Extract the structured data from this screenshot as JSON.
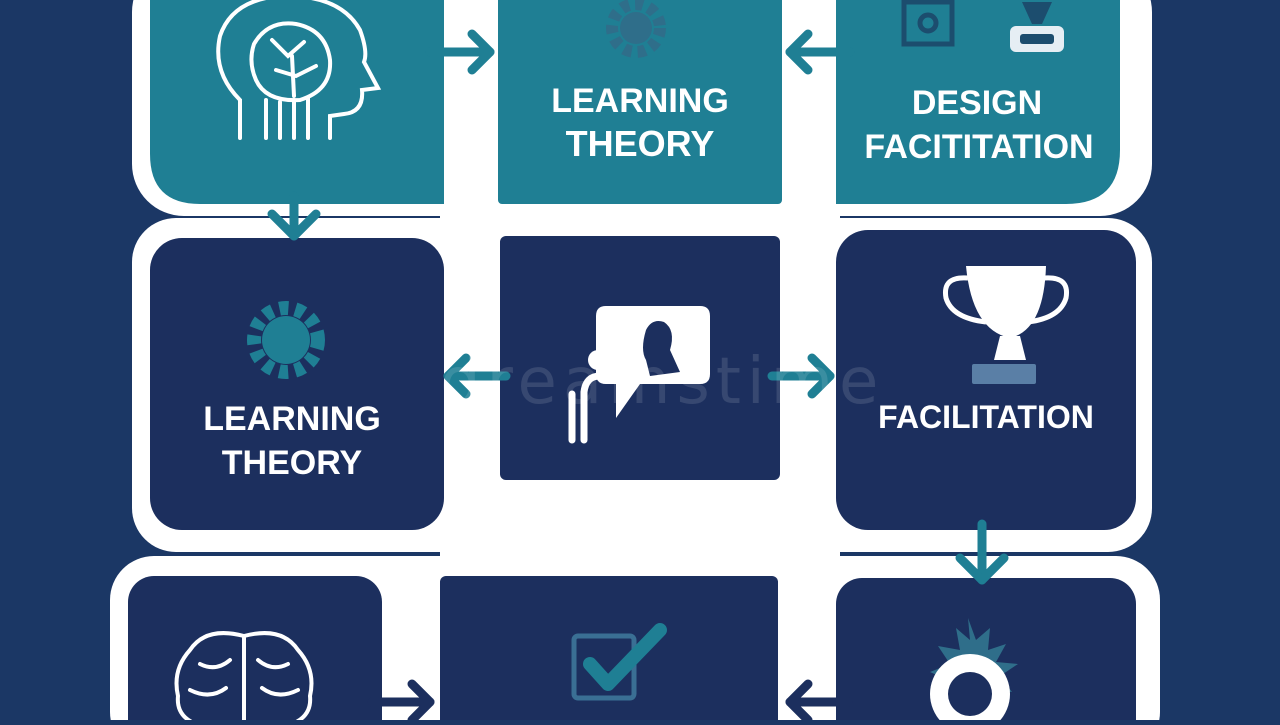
{
  "panels": {
    "top_middle": {
      "line1": "LEARNING",
      "line2": "THEORY"
    },
    "top_right": {
      "line1": "DESIGN",
      "line2": "FACITITATION"
    },
    "mid_left": {
      "line1": "LEARNING",
      "line2": "THEORY"
    },
    "mid_right": {
      "line1": "FACILITATION"
    }
  },
  "watermark": {
    "text": "dreamstime"
  },
  "colors": {
    "background": "#1b3765",
    "navy": "#1c2f5e",
    "teal": "#1f7f94",
    "frame": "#ffffff"
  }
}
